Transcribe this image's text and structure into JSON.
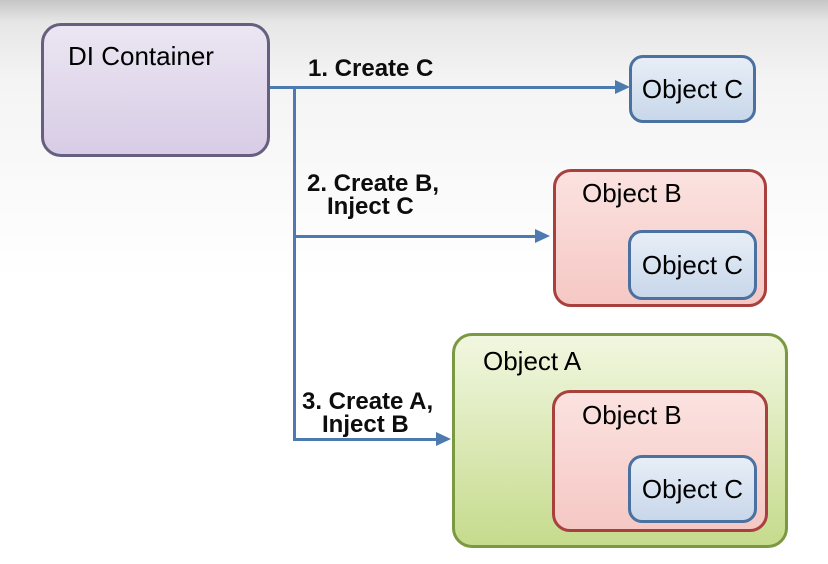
{
  "title": "DI Container dependency injection diagram",
  "colors": {
    "bg_top": "#c6c6c6",
    "bg_bottom": "#ffffff",
    "arrow_blue": "#4c7ab1",
    "purple_fill_top": "#ebe6f2",
    "purple_fill_bottom": "#d8cce6",
    "purple_border": "#675f7f",
    "blue_fill_top": "#e8eef7",
    "blue_fill_bottom": "#c8d7ea",
    "blue_border": "#4a71a0",
    "red_fill_top": "#fbe2e0",
    "red_fill_bottom": "#f5c8c4",
    "red_border": "#a8403d",
    "green_fill_top": "#f1f7e0",
    "green_fill_bottom": "#c6db8d",
    "green_border": "#7a9940",
    "label_text": "#0d0d0d"
  },
  "diagram": {
    "container": {
      "label": "DI Container"
    },
    "steps": [
      {
        "line1": "1. Create C",
        "line2": ""
      },
      {
        "line1": "2. Create B,",
        "line2": "Inject C"
      },
      {
        "line1": "3. Create A,",
        "line2": "Inject B"
      }
    ],
    "object_c": {
      "label": "Object C"
    },
    "object_b": {
      "label": "Object B",
      "child": {
        "label": "Object C"
      }
    },
    "object_a": {
      "label": "Object A",
      "child": {
        "label": "Object B",
        "child": {
          "label": "Object C"
        }
      }
    }
  }
}
